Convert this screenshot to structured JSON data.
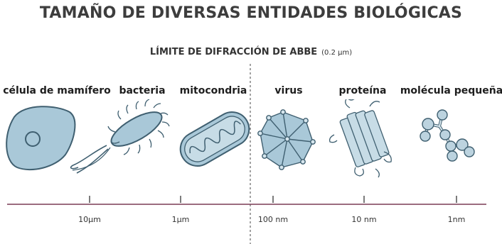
{
  "title": "TAMAÑO DE DIVERSAS ENTIDADES BIOLÓGICAS",
  "abbe": {
    "label": "LÍMITE DE DIFRACCIÓN DE ABBE",
    "value": "(0.2 µm)"
  },
  "entities": [
    {
      "key": "mammal-cell",
      "label": "célula de mamífero"
    },
    {
      "key": "bacteria",
      "label": "bacteria"
    },
    {
      "key": "mitochondria",
      "label": "mitocondria"
    },
    {
      "key": "virus",
      "label": "virus"
    },
    {
      "key": "protein",
      "label": "proteína"
    },
    {
      "key": "small-molecule",
      "label": "molécula pequeña"
    }
  ],
  "scale": [
    "10µm",
    "1µm",
    "100 nm",
    "10 nm",
    "1nm"
  ],
  "colors": {
    "fill": "#a9c8d8",
    "stroke": "#3f5f70",
    "axis": "#7a3b55"
  }
}
